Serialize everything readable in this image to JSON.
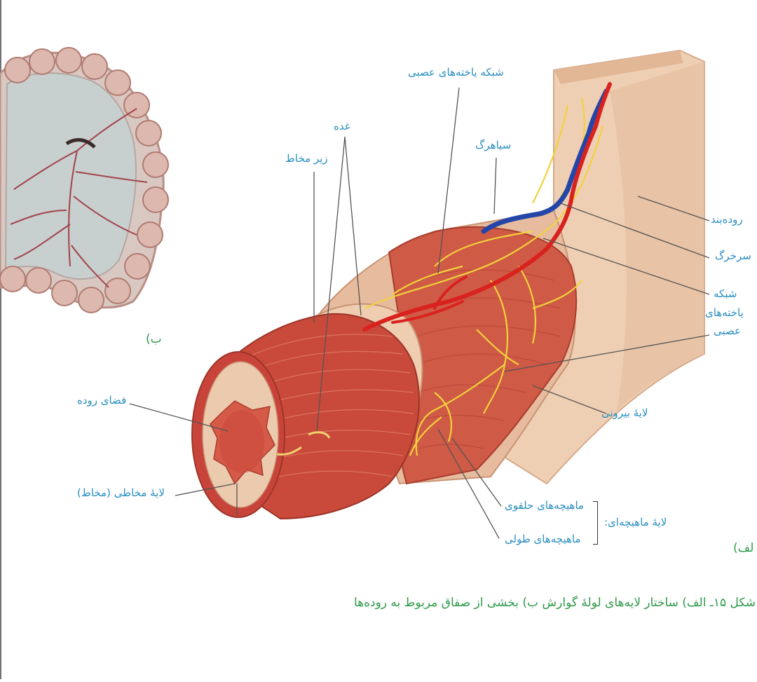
{
  "labels": {
    "nerve_network_top": "شبکه یاخته‌های عصبی",
    "gland": "غده",
    "submucosa": "زیر مخاط",
    "vein": "سیاهرگ",
    "mesentery": "روده‌بند",
    "artery": "سرخرگ",
    "nerve_network_right_1": "شبکه",
    "nerve_network_right_2": "یاخته‌های",
    "nerve_network_right_3": "عصبی",
    "lumen": "فضای روده",
    "outer_layer": "لایهٔ بیرونی",
    "mucosa": "لایهٔ مخاطی (مخاط)",
    "circular_muscle": "ماهیچه‌های حلقوی",
    "longitudinal_muscle": "ماهیچه‌های طولی",
    "muscle_layer": "لایهٔ ماهیچه‌ای:",
    "part_b": "ب)",
    "part_a": "لف)"
  },
  "caption": "شکل ۱۵ـ الف) ساختار لایه‌های لولهٔ گوارش    ب) بخشی از صفاق مربوط به روده‌ها",
  "colors": {
    "label_blue": "#2a8fc0",
    "caption_green": "#2f9a4a",
    "muscle_red": "#c9483c",
    "tissue_beige": "#e8c2a2",
    "artery_red": "#d9221e",
    "vein_blue": "#2446a8",
    "nerve_yellow": "#f2d23c"
  }
}
